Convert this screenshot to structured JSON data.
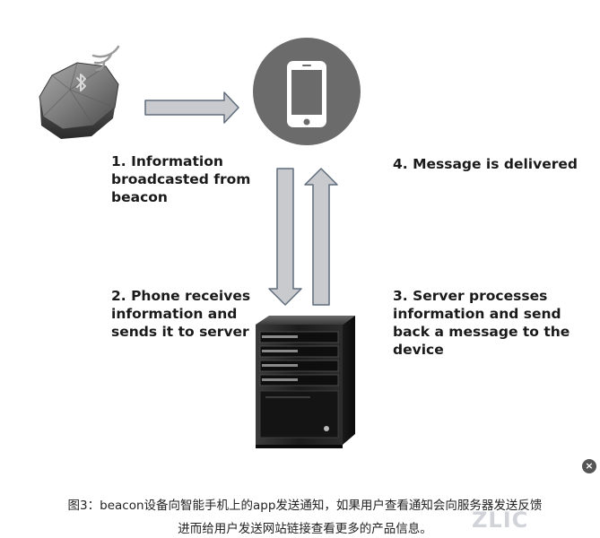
{
  "steps": {
    "step1": "1. Information\nbroadcasted from\nbeacon",
    "step2": "2. Phone receives\ninformation and\nsends it to server",
    "step3": "3. Server processes\ninformation and send\nback a message to the\ndevice",
    "step4": "4. Message is delivered"
  },
  "caption": {
    "line1": "图3：beacon设备向智能手机上的app发送通知，如果用户查看通知会向服务器发送反馈",
    "line2": "进而给用户发送网站链接查看更多的产品信息。"
  },
  "watermark": "ZLIC",
  "close_symbol": "×",
  "icons": {
    "beacon": "beacon-icon",
    "bluetooth": "bluetooth-icon",
    "signal": "wifi-signal-icon",
    "phone": "smartphone-icon",
    "server": "server-icon"
  },
  "colors": {
    "arrow_fill": "#c8cacd",
    "arrow_stroke": "#5f6d7d",
    "phone_circle": "#6b6b6b",
    "server_body": "#202020"
  }
}
